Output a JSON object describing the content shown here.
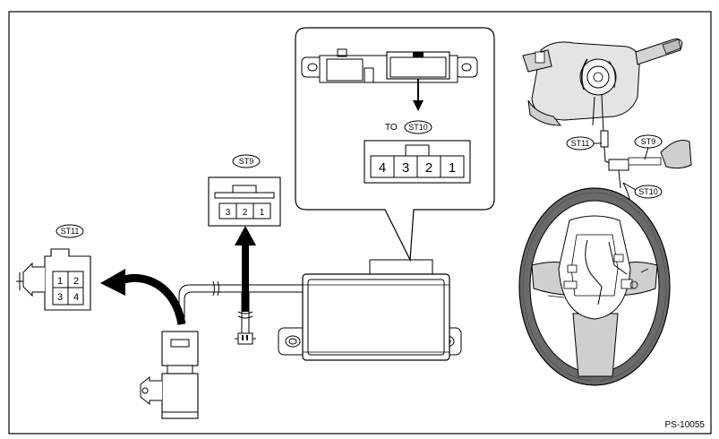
{
  "figure_id": "PS-10055",
  "callouts": {
    "st9": "ST9",
    "st10": "ST10",
    "st11": "ST11"
  },
  "to_label": "TO",
  "st11_connector": {
    "pins": [
      "1",
      "2",
      "3",
      "4"
    ]
  },
  "st9_connector": {
    "pins": [
      "3",
      "2",
      "1"
    ]
  },
  "st10_connector": {
    "pins": [
      "4",
      "3",
      "2",
      "1"
    ]
  }
}
